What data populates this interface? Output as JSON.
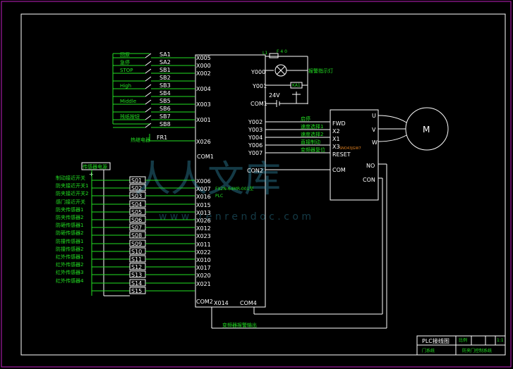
{
  "plc": {
    "model": "FX2N-64MR-001型",
    "label": "PLC",
    "com1": "COM1",
    "con2": "CON2",
    "com2": "COM2",
    "com4": "COM4",
    "x014": "X014"
  },
  "top_inputs": [
    {
      "name": "回原",
      "device": "SA1",
      "port": "X005"
    },
    {
      "name": "急停",
      "device": "SA2",
      "port": "X000"
    },
    {
      "name": "STOP",
      "device": "SB1",
      "port": "X002"
    },
    {
      "name": "",
      "device": "SB2",
      "port": ""
    },
    {
      "name": "High",
      "device": "SB3",
      "port": "X004"
    },
    {
      "name": "",
      "device": "SB4",
      "port": ""
    },
    {
      "name": "Middle",
      "device": "SB5",
      "port": "X003"
    },
    {
      "name": "",
      "device": "SB6",
      "port": ""
    },
    {
      "name": "残纸按钮",
      "device": "SB7",
      "port": "X001"
    },
    {
      "name": "",
      "device": "SB8",
      "port": ""
    }
  ],
  "fr": {
    "name": "热继电器",
    "device": "FR1",
    "port": "X026"
  },
  "sensor_power": "传感器电源",
  "sensors": [
    {
      "name": "制动接近开关",
      "device": "S01",
      "port": "X006"
    },
    {
      "name": "防夹接近开关1",
      "device": "S02",
      "port": "X007"
    },
    {
      "name": "防夹接近开关2",
      "device": "S03",
      "port": "X016"
    },
    {
      "name": "感门接近开关",
      "device": "S04",
      "port": "X015"
    },
    {
      "name": "防夹传感器1",
      "device": "S05",
      "port": "X013"
    },
    {
      "name": "防夹传感器2",
      "device": "S06",
      "port": "X026"
    },
    {
      "name": "防砸传感器1",
      "device": "S07",
      "port": "X012"
    },
    {
      "name": "防砸传感器2",
      "device": "S08",
      "port": "X023"
    },
    {
      "name": "防撞传感器1",
      "device": "S09",
      "port": "X011"
    },
    {
      "name": "防撞传感器2",
      "device": "S10",
      "port": "X022"
    },
    {
      "name": "红外传感器1",
      "device": "S11",
      "port": "X010"
    },
    {
      "name": "红外传感器2",
      "device": "S12",
      "port": "X017"
    },
    {
      "name": "红外传感器3",
      "device": "S13",
      "port": "X020"
    },
    {
      "name": "红外传感器4",
      "device": "S14",
      "port": "X021"
    },
    {
      "name": "",
      "device": "S15",
      "port": ""
    }
  ],
  "outputs": {
    "y000": "Y000",
    "y001": "Y001",
    "alarm_light": "报警指示灯",
    "fuse": "F 4 0",
    "ka1": "KA1",
    "v24": "24V",
    "l1": "L1",
    "y002": "Y002",
    "y003": "Y003",
    "y004": "Y004",
    "y006": "Y006",
    "y007": "Y007",
    "y002_label": "启停",
    "y003_label": "速度选择1",
    "y004_label": "速度选择2",
    "y006_label": "直接制动",
    "y007_label": "变频器复位",
    "fault_output": "变频器报警输出"
  },
  "vfd": {
    "fwd": "FWD",
    "x2": "X2",
    "x1": "X1",
    "x3": "X3",
    "reset": "RESET",
    "com": "COM",
    "no": "NO",
    "con": "CON",
    "u": "U",
    "v": "V",
    "w": "W",
    "note": "SNO43JGW7"
  },
  "motor": "M",
  "title_block": {
    "title": "PLC接线图",
    "sub": "门系统",
    "scale": "比例",
    "ratio": "1:1",
    "drawing": "防夹门控制系统"
  },
  "watermark": {
    "text": "人人文库",
    "url": "w w w . r e n r e n d o c . c o m"
  }
}
